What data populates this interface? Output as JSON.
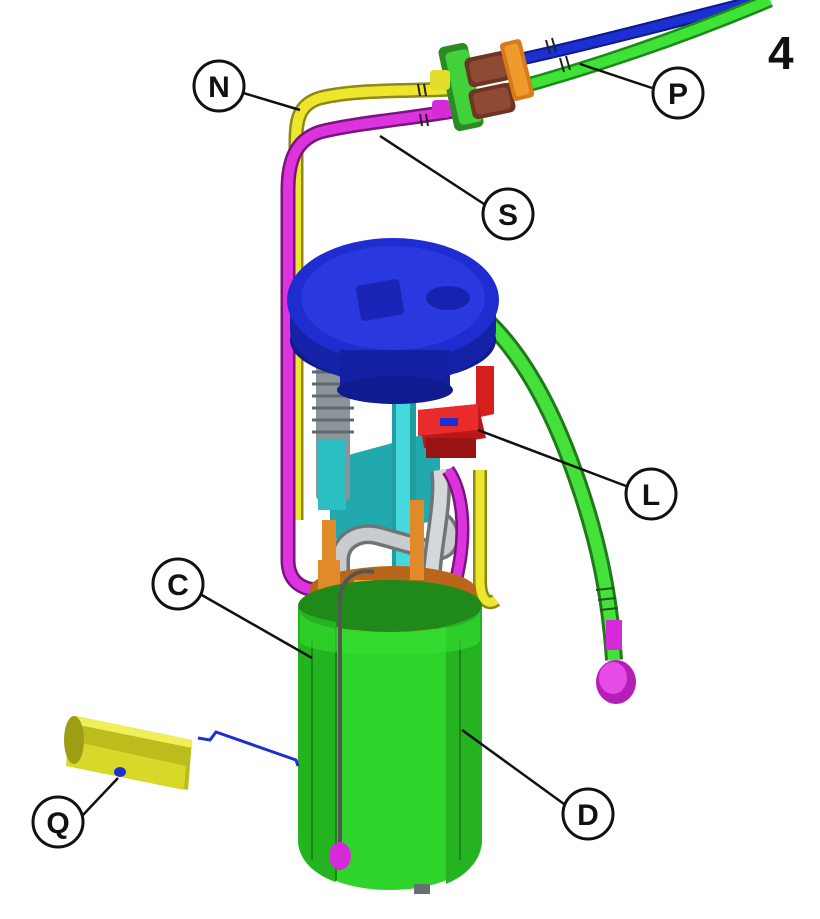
{
  "figure_number": "4",
  "callouts": {
    "N": "N",
    "P": "P",
    "S": "S",
    "L": "L",
    "C": "C",
    "D": "D",
    "Q": "Q"
  },
  "colors": {
    "pipe_blue": "#1c2fd0",
    "pipe_green": "#33d22a",
    "pipe_yellow": "#e6dc2a",
    "pipe_magenta": "#d62ad8",
    "flange_blue": "#1f2ccf",
    "body_green": "#2ed42a",
    "upper_orange": "#d9801e",
    "column_cyan": "#2ac8cc",
    "regulator_red": "#e22424",
    "connector_brown": "#7a3b28",
    "sensor_yellow": "#ecec2a"
  }
}
